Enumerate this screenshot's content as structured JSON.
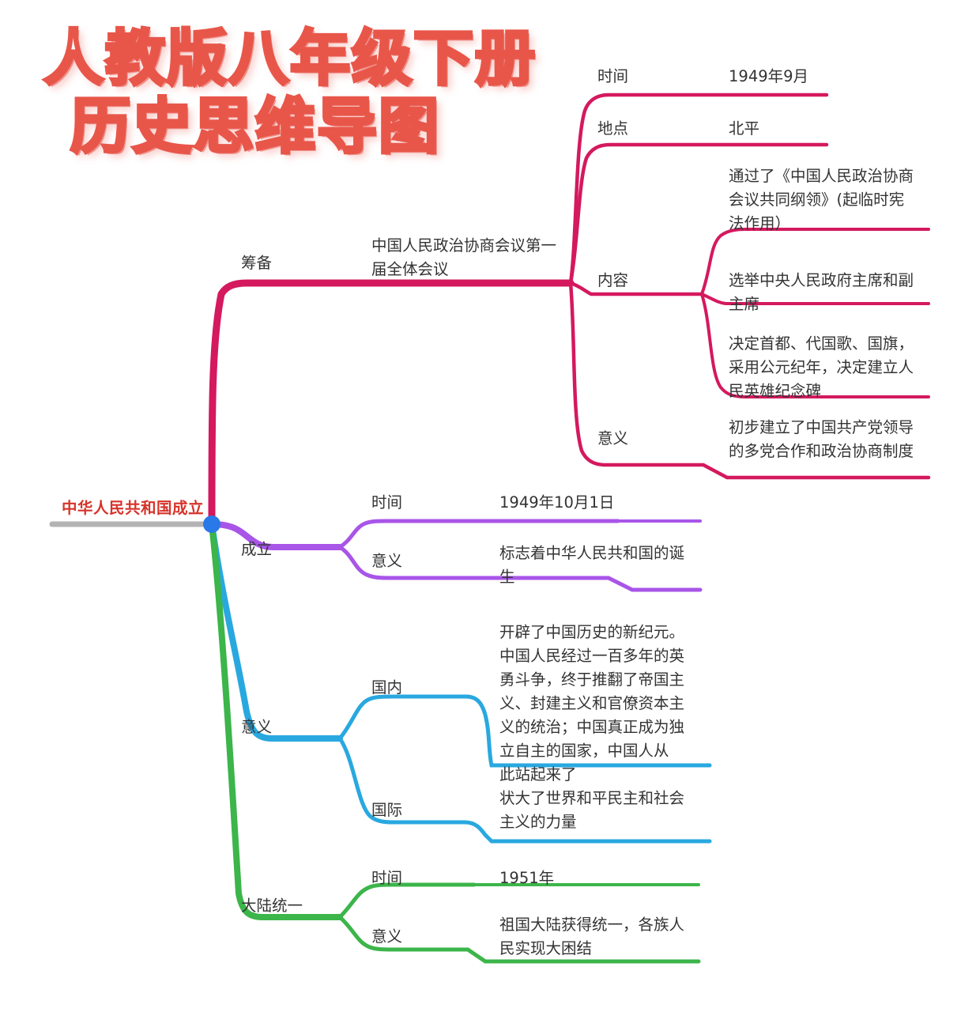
{
  "title": {
    "line1": "人教版八年级下册",
    "line2": "历史思维导图",
    "color": "#e8564a"
  },
  "root": {
    "label": "中华人民共和国成立",
    "color": "#d6332a",
    "stem_color": "#b3b3b3",
    "node_color": "#2979e8"
  },
  "branches": [
    {
      "label": "筹备",
      "color": "#d4195e",
      "topic": "中国人民政治协商会议第一\n届全体会议",
      "children": [
        {
          "label": "时间",
          "value": "1949年9月"
        },
        {
          "label": "地点",
          "value": "北平"
        },
        {
          "label": "内容",
          "value": "",
          "items": [
            "通过了《中国人民政治协商\n会议共同纲领》(起临时宪\n法作用）",
            "选举中央人民政府主席和副\n主席",
            "决定首都、代国歌、国旗，\n采用公元纪年，决定建立人\n民英雄纪念碑"
          ]
        },
        {
          "label": "意义",
          "value": "初步建立了中国共产党领导\n的多党合作和政治协商制度"
        }
      ]
    },
    {
      "label": "成立",
      "color": "#a855e8",
      "children": [
        {
          "label": "时间",
          "value": "1949年10月1日"
        },
        {
          "label": "意义",
          "value": "标志着中华人民共和国的诞\n生"
        }
      ]
    },
    {
      "label": "意义",
      "color": "#29a8e0",
      "children": [
        {
          "label": "国内",
          "value": "开辟了中国历史的新纪元。\n中国人民经过一百多年的英\n勇斗争，终于推翻了帝国主\n义、封建主义和官僚资本主\n义的统治；中国真正成为独\n立自主的国家，中国人从\n此站起来了"
        },
        {
          "label": "国际",
          "value": "状大了世界和平民主和社会\n主义的力量"
        }
      ]
    },
    {
      "label": "大陆统一",
      "color": "#3cb54a",
      "children": [
        {
          "label": "时间",
          "value": "1951年"
        },
        {
          "label": "意义",
          "value": "祖国大陆获得统一，各族人\n民实现大困结"
        }
      ]
    }
  ]
}
